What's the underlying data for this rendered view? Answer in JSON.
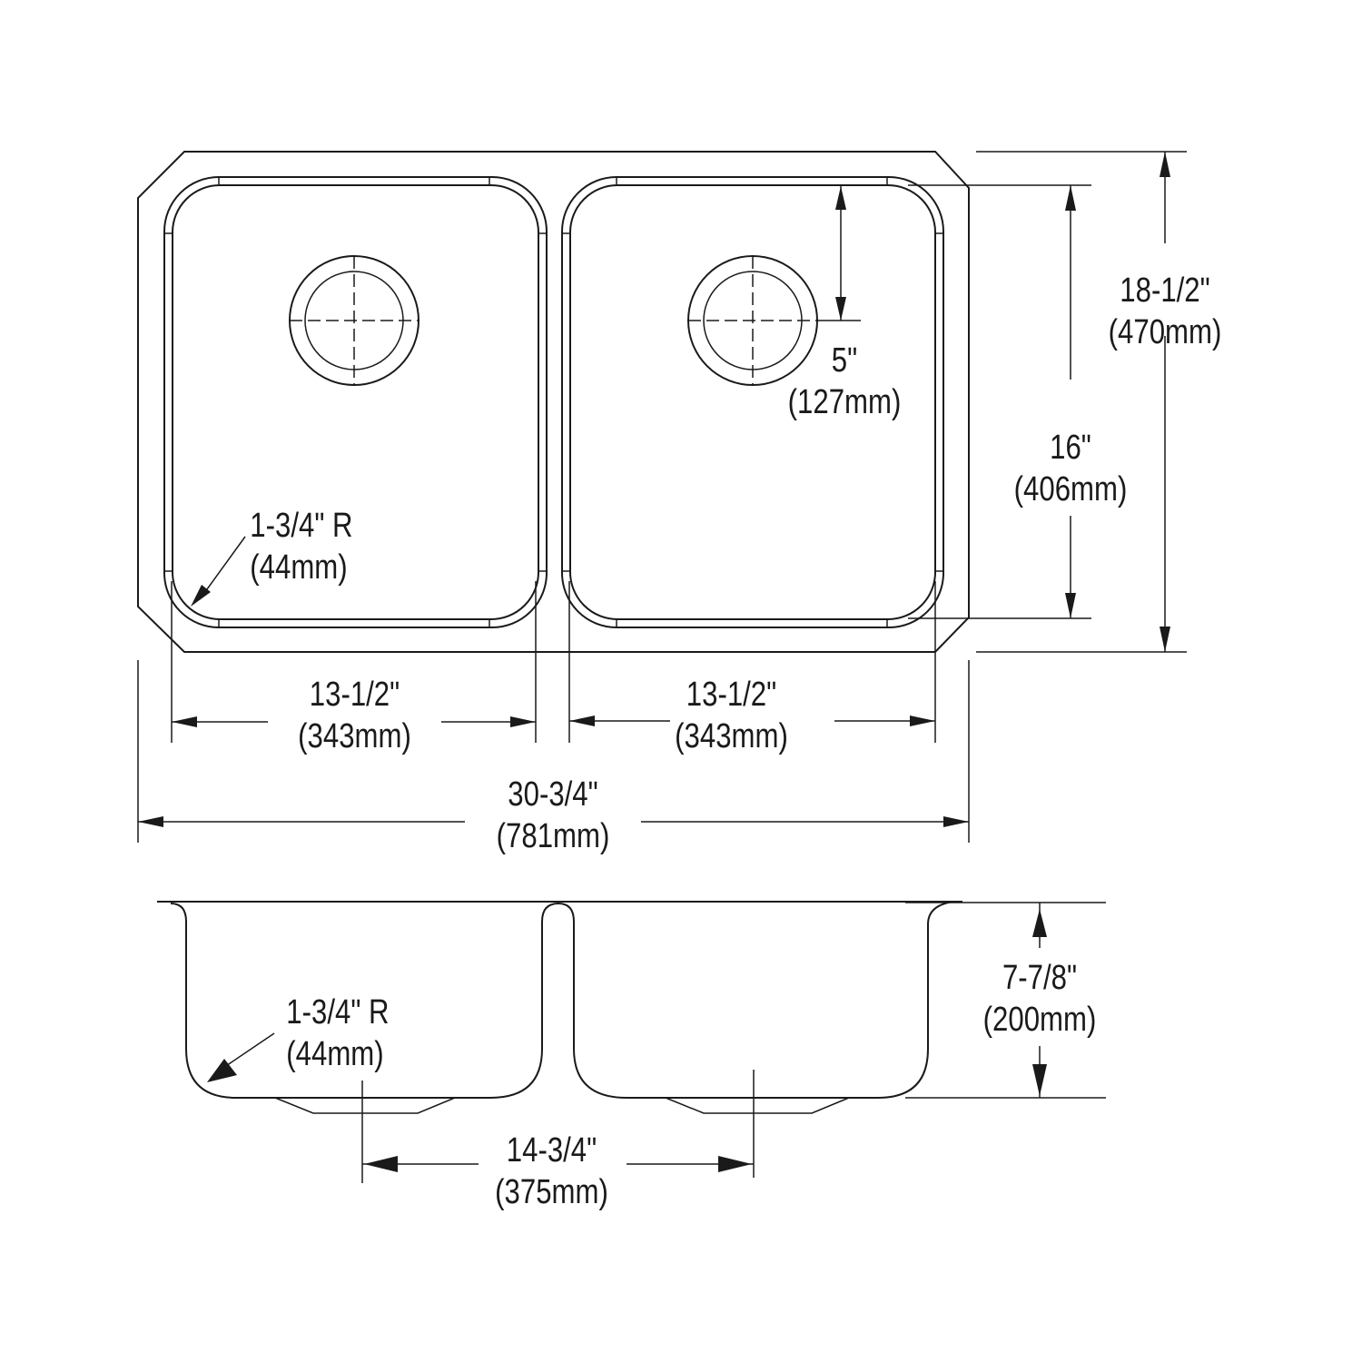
{
  "drawing": {
    "title": "Double bowl undermount sink dimension drawing",
    "line_color": "#1a1a1a",
    "background": "#ffffff"
  },
  "top_view": {
    "corner_radius": {
      "imperial": "1-3/4\" R",
      "metric": "(44mm)"
    },
    "left_bowl_width": {
      "imperial": "13-1/2\"",
      "metric": "(343mm)"
    },
    "right_bowl_width": {
      "imperial": "13-1/2\"",
      "metric": "(343mm)"
    },
    "overall_width": {
      "imperial": "30-3/4\"",
      "metric": "(781mm)"
    },
    "drain_offset": {
      "imperial": "5\"",
      "metric": "(127mm)"
    },
    "bowl_depth_front_back": {
      "imperial": "16\"",
      "metric": "(406mm)"
    },
    "overall_depth": {
      "imperial": "18-1/2\"",
      "metric": "(470mm)"
    }
  },
  "side_view": {
    "corner_radius": {
      "imperial": "1-3/4\" R",
      "metric": "(44mm)"
    },
    "bowl_depth": {
      "imperial": "7-7/8\"",
      "metric": "(200mm)"
    },
    "drain_center_spacing": {
      "imperial": "14-3/4\"",
      "metric": "(375mm)"
    }
  }
}
